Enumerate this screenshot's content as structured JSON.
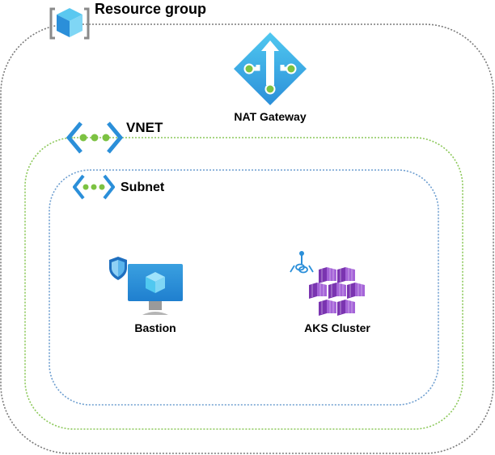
{
  "resource_group": {
    "label": "Resource group",
    "icon": "resource-group-icon",
    "border_color": "#7a7a7a"
  },
  "vnet": {
    "label": "VNET",
    "icon": "vnet-icon",
    "border_color": "#8cc85a"
  },
  "subnet": {
    "label": "Subnet",
    "icon": "subnet-icon",
    "border_color": "#6f9fd0"
  },
  "nodes": {
    "nat_gateway": {
      "label": "NAT Gateway",
      "icon": "nat-gateway-icon"
    },
    "bastion": {
      "label": "Bastion",
      "icon": "bastion-icon"
    },
    "aks_cluster": {
      "label": "AKS Cluster",
      "icon": "aks-cluster-icon"
    }
  },
  "colors": {
    "azure_blue": "#2b8fd9",
    "azure_light": "#50c8f0",
    "green_dots": "#7cc242",
    "aks_purple": "#8c3fc0"
  }
}
